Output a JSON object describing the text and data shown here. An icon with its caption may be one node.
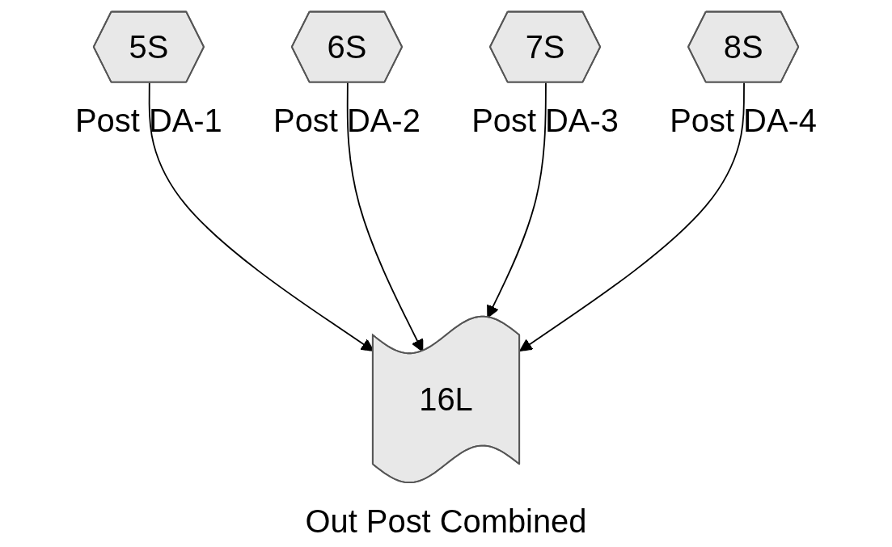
{
  "diagram": {
    "nodes": [
      {
        "text": [
          "5S"
        ],
        "beside": [
          "Post DA-1"
        ]
      },
      {
        "text": [
          "6S"
        ],
        "beside": [
          "Post DA-2"
        ]
      },
      {
        "text": [
          "7S"
        ],
        "beside": [
          "Post DA-3"
        ]
      },
      {
        "text": [
          "8S"
        ],
        "beside": [
          "Post DA-4"
        ]
      },
      {
        "text": [
          "16L"
        ],
        "beside": [
          "Out Post Combined"
        ]
      }
    ],
    "edges": [
      {
        "from": 0,
        "to": 4,
        "arrow": "to"
      },
      {
        "from": 1,
        "to": 4,
        "arrow": "to"
      },
      {
        "from": 2,
        "to": 4,
        "arrow": "to"
      },
      {
        "from": 3,
        "to": 4,
        "arrow": "to"
      }
    ]
  }
}
